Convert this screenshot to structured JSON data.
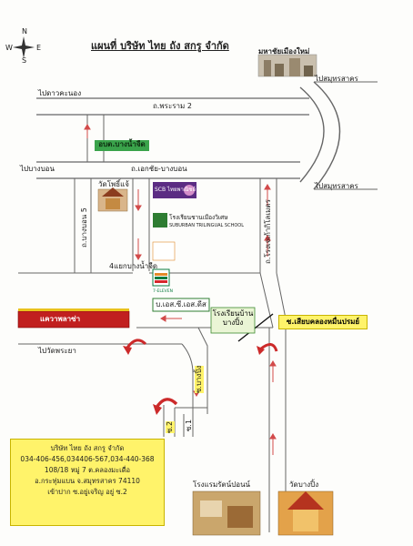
{
  "title": "แผนที่ บริษัท ไทย ถัง สกรู จำกัด",
  "compass": {
    "north": "N",
    "south": "S",
    "east": "E",
    "west": "W"
  },
  "labels": {
    "mahachai": "มหาชัยเมืองใหม่",
    "to_dao_khanong": "ไปดาวคะนอง",
    "rama2": "ถ.พระราม 2",
    "to_samut_sakhon_1": "ไปสมุทรสาคร",
    "to_samut_sakhon_2": "ไปสมุทรสาคร",
    "to_bang_bon": "ไปบางบอน",
    "ekkachai_road": "ถ.เอกชัย-บางบอน",
    "obt": "อบต.บางน้ำจืด",
    "scb": "SCB ไทยพาณิชย์",
    "wat_phoseng": "วัดโพธิ์แจ้",
    "school": "โรงเรียนชานเมืองวิเศษ",
    "school_en": "SUBURBAN TRILINGUAL SCHOOL",
    "bangbon5": "ถ.บางบอน 5",
    "rongchakkaew": "ถ.โรงเจเก้ากิโลเมตร",
    "fourway": "4แยกบางน้ำจืด",
    "seven": "7-ELEVEN",
    "plaza": "แควาพลาซ่า",
    "to_wat_phraya": "ไปวัดพระยา",
    "xlane": "ซ.เสียบคลองหมื่นปรมย์",
    "cycle": "บ.เอส.ซี.เอส.ดีส",
    "school2": "โรงเรียนบ้านบางปิ้ง",
    "soi_bang_ping": "ซ.บางปิ้ง",
    "soi2": "ซ.2",
    "soi1": "ซ.1",
    "resort": "โรงแรมรัตน์ปอนน์",
    "wat_bang_ping": "วัดบางปิ้ง"
  },
  "company": {
    "name": "บริษัท ไทย ถัง สกรู จำกัด",
    "phones": "034-406-456,034406-567,034-440-368",
    "address": "108/18 หมู่ 7 ต.คลองมะเดื่อ",
    "district": "อ.กระทุ่มแบน จ.สมุทรสาคร 74110",
    "entrance": "เข้าปาก ซ.อยู่เจริญ อยู่ ซ.2"
  },
  "colors": {
    "road": "#7a7a7a",
    "arrow": "#d24a4a",
    "uturn": "#cc2a2a",
    "info_bg": "#fff36a",
    "obt_bg": "#3aa34b",
    "xlane_bg": "#fff36a"
  },
  "icons": [
    "compass-rose-icon",
    "scb-logo-icon",
    "school-logo-icon",
    "s2-logo-icon",
    "seven-eleven-logo-icon"
  ]
}
